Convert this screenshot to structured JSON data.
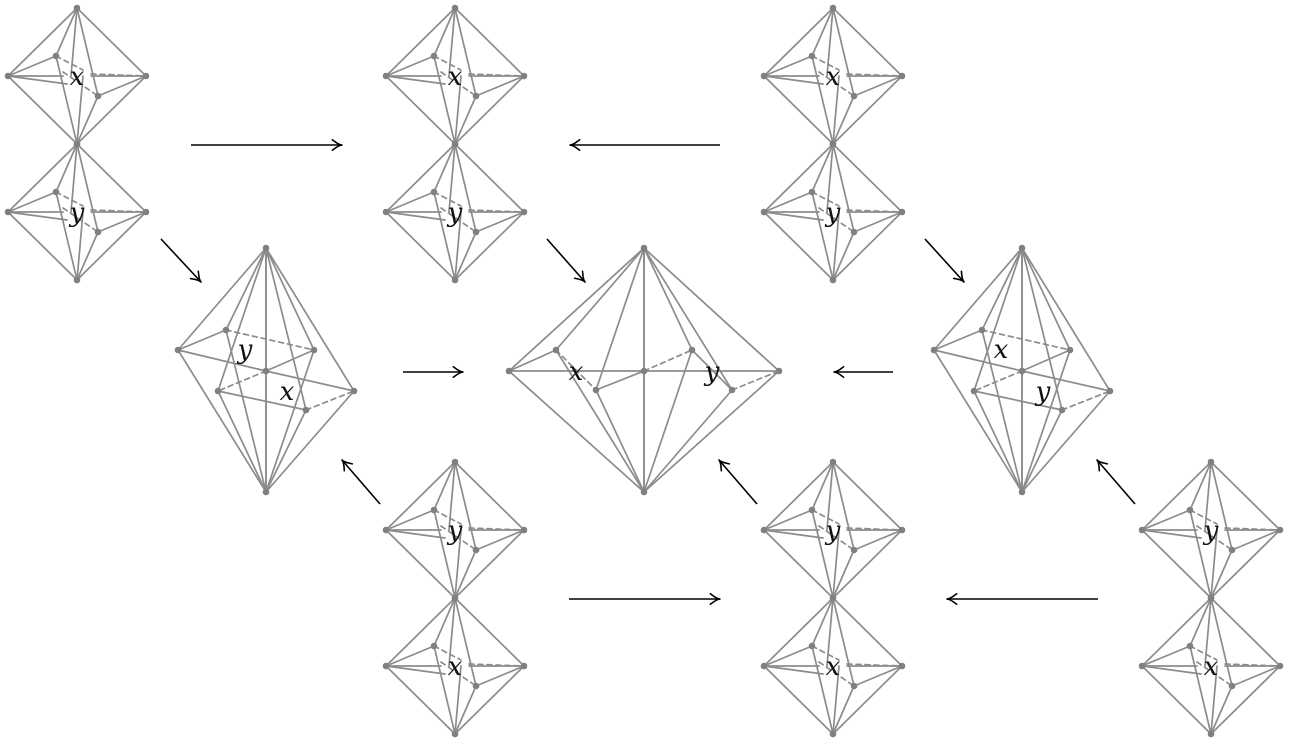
{
  "diagram": {
    "polytopes": [
      {
        "name": "bipyramid-pair-top-left",
        "labels": [
          "x",
          "y"
        ]
      },
      {
        "name": "bipyramid-pair-top-middle",
        "labels": [
          "x",
          "y"
        ]
      },
      {
        "name": "bipyramid-pair-top-right",
        "labels": [
          "x",
          "y"
        ]
      },
      {
        "name": "merged-polytope-left",
        "labels": [
          "y",
          "x"
        ]
      },
      {
        "name": "merged-polytope-center",
        "labels": [
          "x",
          "y"
        ]
      },
      {
        "name": "merged-polytope-right",
        "labels": [
          "x",
          "y"
        ]
      },
      {
        "name": "bipyramid-pair-bottom-left",
        "labels": [
          "y",
          "x"
        ]
      },
      {
        "name": "bipyramid-pair-bottom-middle",
        "labels": [
          "y",
          "x"
        ]
      },
      {
        "name": "bipyramid-pair-bottom-right",
        "labels": [
          "y",
          "x"
        ]
      }
    ],
    "arrows": [
      {
        "name": "arrow-top-left-to-top-middle"
      },
      {
        "name": "arrow-top-right-to-top-middle"
      },
      {
        "name": "arrow-top-left-to-left-merged"
      },
      {
        "name": "arrow-top-middle-to-center"
      },
      {
        "name": "arrow-top-right-to-right-merged"
      },
      {
        "name": "arrow-left-merged-to-center"
      },
      {
        "name": "arrow-right-merged-to-center"
      },
      {
        "name": "arrow-bottom-left-to-left-merged"
      },
      {
        "name": "arrow-bottom-middle-to-center"
      },
      {
        "name": "arrow-bottom-right-to-right-merged"
      },
      {
        "name": "arrow-bottom-left-to-bottom-middle"
      },
      {
        "name": "arrow-bottom-right-to-bottom-middle"
      }
    ]
  }
}
